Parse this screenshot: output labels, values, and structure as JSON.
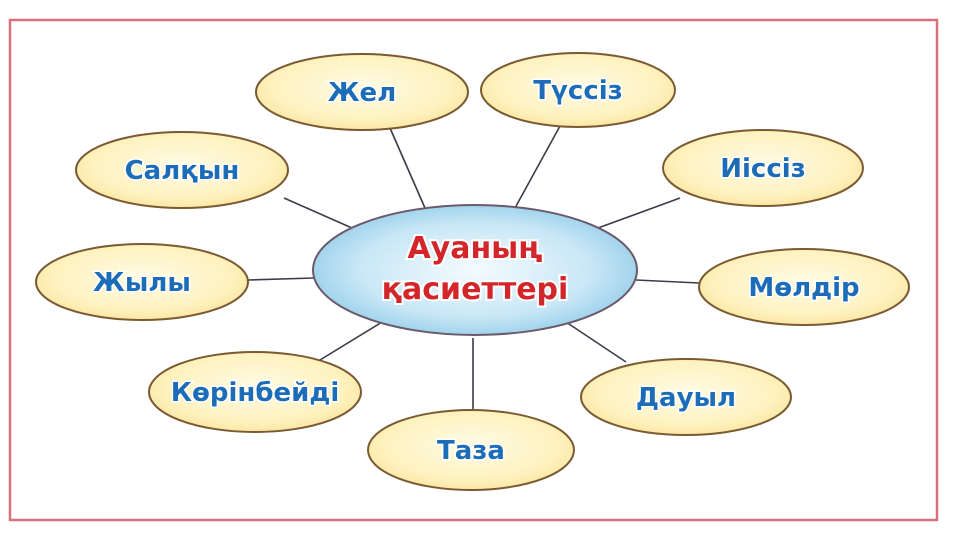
{
  "center": {
    "line1": "Ауаның",
    "line2": "қасиеттері"
  },
  "nodes": [
    {
      "id": "zhel",
      "label": "Жел"
    },
    {
      "id": "tussiz",
      "label": "Түссіз"
    },
    {
      "id": "salqyn",
      "label": "Салқын"
    },
    {
      "id": "iissiz",
      "label": "Иіссіз"
    },
    {
      "id": "zhyly",
      "label": "Жылы"
    },
    {
      "id": "moldir",
      "label": "Мөлдір"
    },
    {
      "id": "korinbeidi",
      "label": "Көрінбейді"
    },
    {
      "id": "dauyl",
      "label": "Дауыл"
    },
    {
      "id": "taza",
      "label": "Таза"
    }
  ],
  "colors": {
    "frame": "#d9707a",
    "node_text": "#1d6cb8",
    "center_text": "#d3262a",
    "node_fill": "#fdeeb0",
    "center_fill": "#a8d8ef"
  }
}
